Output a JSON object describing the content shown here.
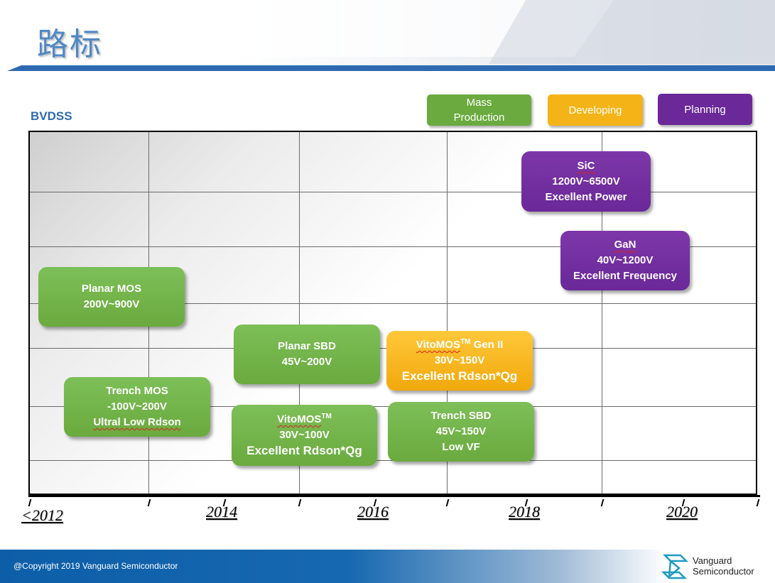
{
  "title": "路标",
  "legend": {
    "mass_production": "Mass\nProduction",
    "developing": "Developing",
    "planning": "Planning"
  },
  "y_axis_label": "BVDSS",
  "x_axis": {
    "labels": [
      "<2012",
      "2014",
      "2016",
      "2018",
      "2020"
    ]
  },
  "products": {
    "planar_mos": {
      "name": "Planar MOS",
      "range": "200V~900V",
      "status": "Mass Production"
    },
    "trench_mos": {
      "name": "Trench MOS",
      "range": "-100V~200V",
      "feature": "Ultral Low Rdson",
      "status": "Mass Production"
    },
    "planar_sbd": {
      "name": "Planar SBD",
      "range": "45V~200V",
      "status": "Mass Production"
    },
    "vitomos": {
      "name": "VitoMOS",
      "sup": "TM",
      "range": "30V~100V",
      "feature": "Excellent Rdson*Qg",
      "status": "Mass Production"
    },
    "vitomos_gen2": {
      "name": "VitoMOS",
      "sup": "TM",
      "suffix": " Gen II",
      "range": "30V~150V",
      "feature": "Excellent Rdson*Qg",
      "status": "Developing"
    },
    "trench_sbd": {
      "name": "Trench SBD",
      "range": "45V~150V",
      "feature": "Low VF",
      "status": "Mass Production"
    },
    "sic": {
      "name": "SiC",
      "range": "1200V~6500V",
      "feature": "Excellent Power",
      "status": "Planning"
    },
    "gan": {
      "name": "GaN",
      "range": "40V~1200V",
      "feature": "Excellent Frequency",
      "status": "Planning"
    }
  },
  "colors": {
    "mass_production": "#6aaa3e",
    "developing": "#f1a80c",
    "planning": "#6a2898",
    "title": "#4f88c6",
    "footer": "#0d5ea8"
  },
  "footer": {
    "copyright": "@Copyright 2019 Vanguard Semiconductor",
    "brand_line1": "Vanguard",
    "brand_line2": "Semiconductor"
  }
}
